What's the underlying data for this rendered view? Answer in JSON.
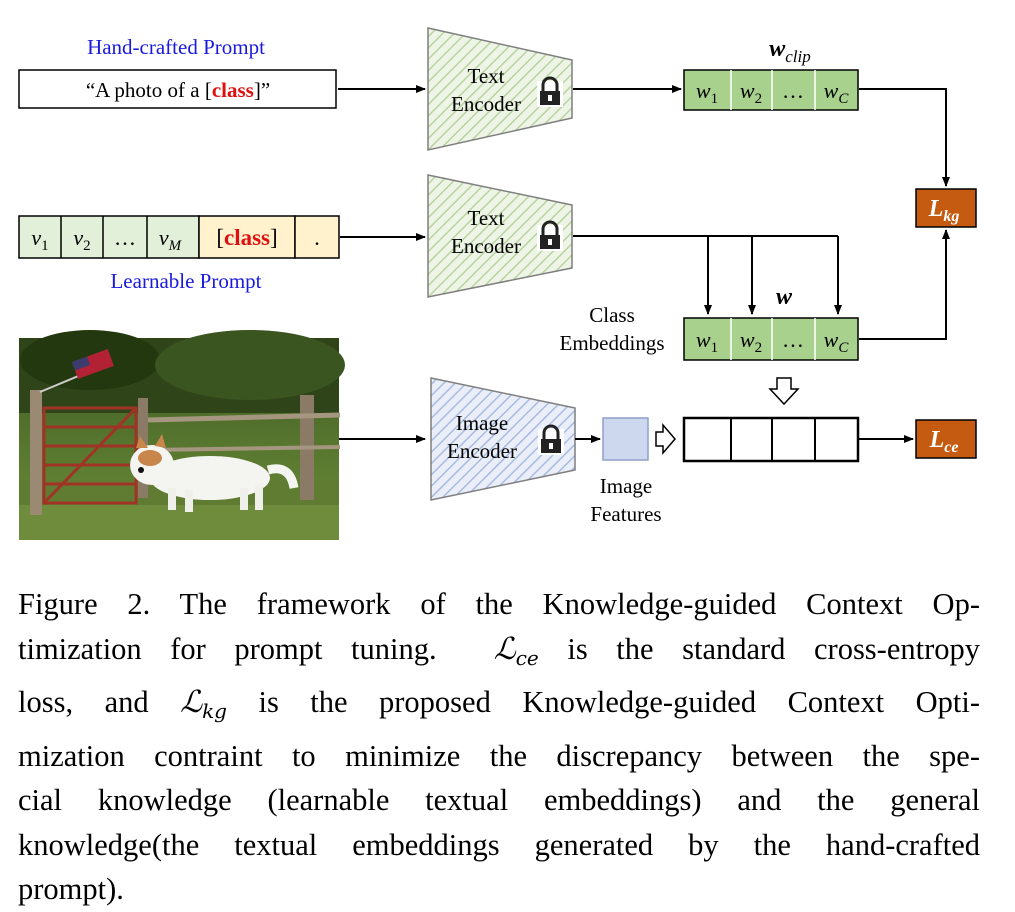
{
  "figure": {
    "hand_crafted_label": "Hand-crafted Prompt",
    "hand_crafted_prefix": "“A photo of a [",
    "class_word": "class",
    "hand_crafted_suffix": "]”",
    "text_encoder_line1": "Text",
    "text_encoder_line2": "Encoder",
    "image_encoder_line1": "Image",
    "image_encoder_line2": "Encoder",
    "learnable_prompt_label": "Learnable Prompt",
    "learnable_tokens": [
      "v",
      "v",
      "…",
      "v"
    ],
    "learnable_token_subs": [
      "1",
      "2",
      "",
      "M"
    ],
    "learnable_class_open": "[",
    "learnable_class_close": "]",
    "learnable_period": ".",
    "wclip_label": "w",
    "wclip_sub": "clip",
    "w_label": "w",
    "embedding_cells": [
      "w",
      "w",
      "…",
      "w"
    ],
    "embedding_subs": [
      "1",
      "2",
      "",
      "C"
    ],
    "class_embeddings_line1": "Class",
    "class_embeddings_line2": "Embeddings",
    "image_features_line1": "Image",
    "image_features_line2": "Features",
    "lkg_label": "L",
    "lkg_sub": "kg",
    "lce_label": "L",
    "lce_sub": "ce",
    "lock_icon": "lock-icon",
    "colors": {
      "blue_label": "#1a1adc",
      "red_class": "#e01010",
      "green_cell": "#a9d18e",
      "loss_box": "#c55a11",
      "prompt_cream": "#fff2cc",
      "prompt_green": "#e2f0d9",
      "image_feature": "#cdd8ee"
    }
  },
  "caption": {
    "lines": [
      "Figure 2. The framework of the Knowledge-guided Context Op-",
      "timization for prompt tuning.",
      "is the standard cross-entropy",
      "loss, and",
      "is the proposed Knowledge-guided Context Opti-",
      "mization contraint to minimize the discrepancy between the spe-",
      "cial knowledge (learnable textual embeddings) and the general",
      "knowledge(the textual embeddings generated by the hand-crafted",
      "prompt)."
    ],
    "lce_symbol": "ℒ",
    "lce_sub": "ce",
    "lkg_symbol": "ℒ",
    "lkg_sub": "kg"
  }
}
